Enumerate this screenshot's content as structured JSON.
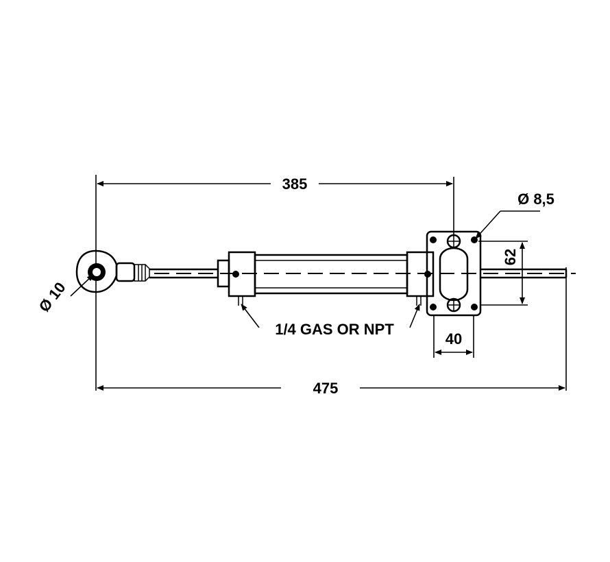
{
  "dimensions": {
    "d385": "385",
    "d475": "475",
    "d40": "40",
    "d62": "62",
    "dia10": "Ø 10",
    "dia85": "Ø 8,5"
  },
  "labels": {
    "port": "1/4 GAS OR NPT"
  }
}
